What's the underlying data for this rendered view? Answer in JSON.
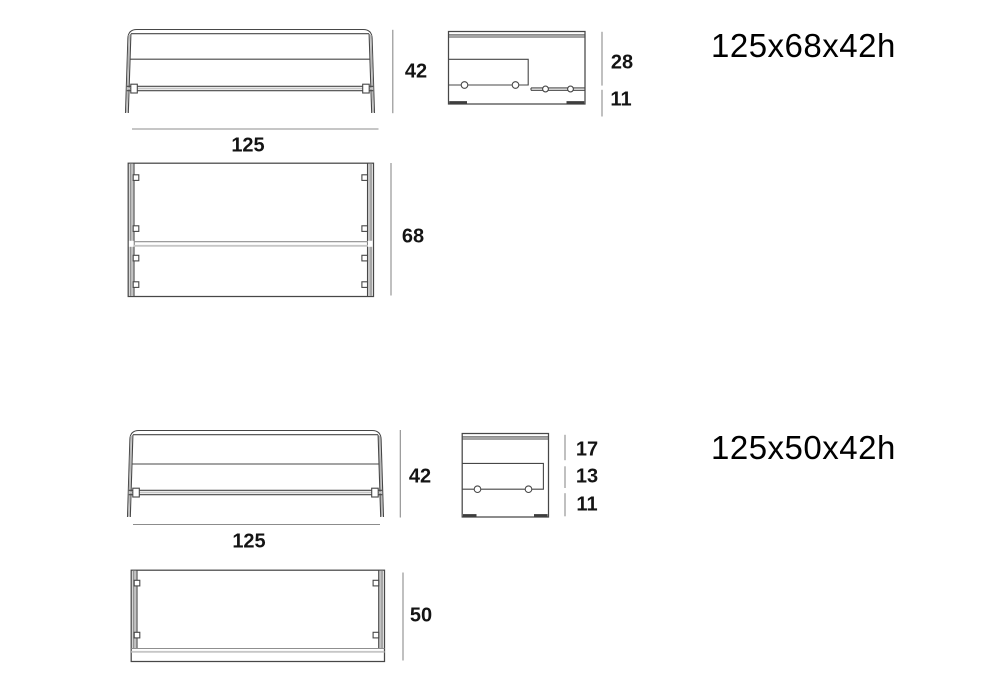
{
  "colors": {
    "background": "#ffffff",
    "line": "#474747",
    "dimension_line": "#8c8c8c",
    "text": "#141414"
  },
  "products": [
    {
      "title": "125x68x42h",
      "front": {
        "height": "42",
        "width": "125"
      },
      "side": [
        "28",
        "11"
      ],
      "plan": {
        "depth": "68"
      }
    },
    {
      "title": "125x50x42h",
      "front": {
        "height": "42",
        "width": "125"
      },
      "side": [
        "17",
        "13",
        "11"
      ],
      "plan": {
        "depth": "50"
      }
    }
  ]
}
